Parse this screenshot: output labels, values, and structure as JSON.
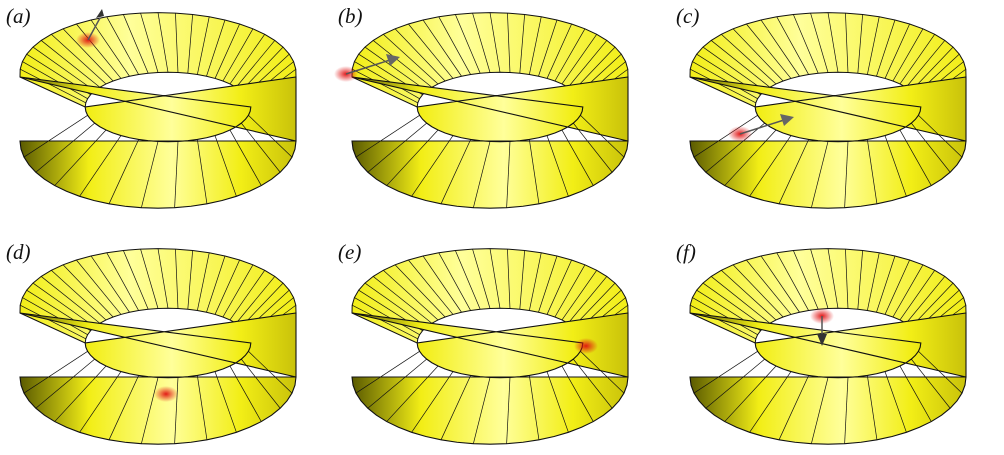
{
  "figure": {
    "panels": [
      {
        "label": "(a)",
        "spot": {
          "t": 0.65,
          "h": 0.92
        },
        "arrow": "up"
      },
      {
        "label": "(b)",
        "spot": {
          "t": 0.45,
          "h": 0.62
        },
        "arrow": "right"
      },
      {
        "label": "(c)",
        "spot": {
          "t": 0.3,
          "h": 0.25
        },
        "arrow": "right"
      },
      {
        "label": "(d)",
        "spot": {
          "t": 1.55,
          "h": 0.12
        },
        "arrow": "none"
      },
      {
        "label": "(e)",
        "spot": {
          "t": 2.55,
          "h": 0.55
        },
        "arrow": "none"
      },
      {
        "label": "(f)",
        "spot": {
          "t": 0.78,
          "h": 0.15
        },
        "arrow": "down"
      }
    ],
    "colors": {
      "band_light": "#ffff9a",
      "band_mid": "#f2ee16",
      "band_dark": "#5a5a00",
      "spot": "#e01010",
      "arrow": "#555555",
      "outline": "#111111"
    }
  }
}
